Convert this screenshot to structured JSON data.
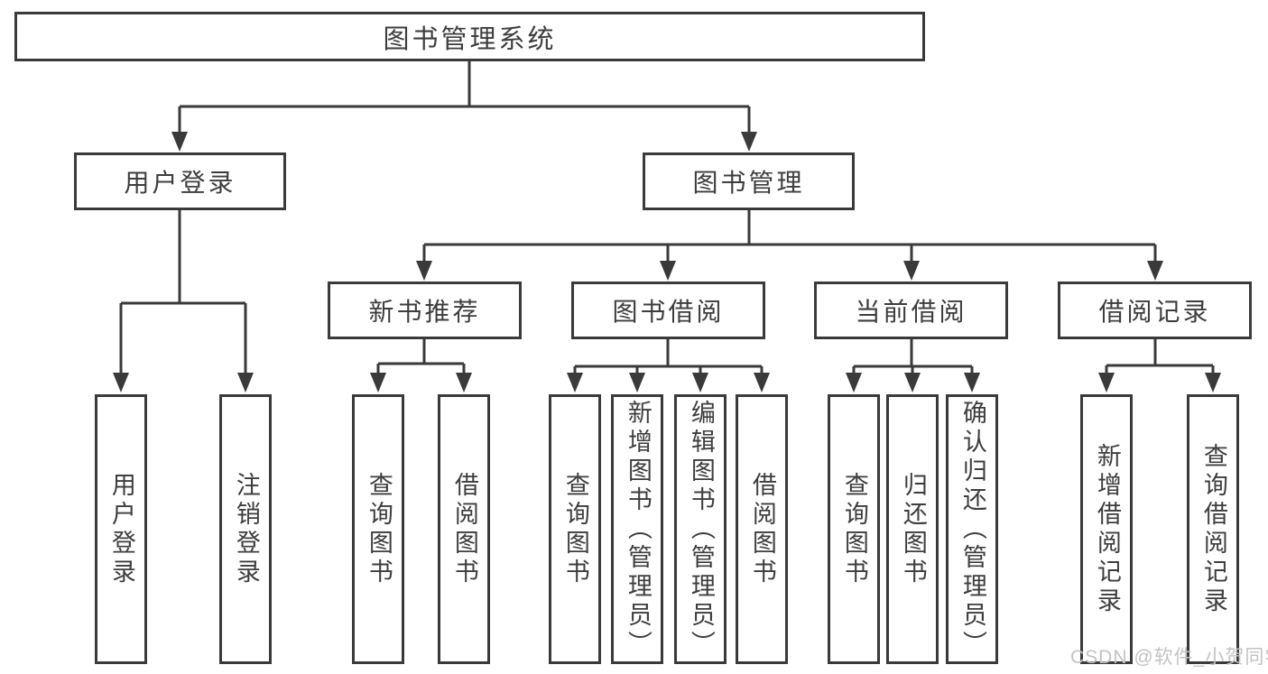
{
  "diagram": {
    "root": {
      "label": "图书管理系统"
    },
    "user_login": {
      "label": "用户登录",
      "children": [
        {
          "label": "用户登录"
        },
        {
          "label": "注销登录"
        }
      ]
    },
    "book_management": {
      "label": "图书管理",
      "sections": [
        {
          "label": "新书推荐",
          "children": [
            {
              "label": "查询图书"
            },
            {
              "label": "借阅图书"
            }
          ]
        },
        {
          "label": "图书借阅",
          "children": [
            {
              "label": "查询图书"
            },
            {
              "label": "新增图书（管理员）"
            },
            {
              "label": "编辑图书（管理员）"
            },
            {
              "label": "借阅图书"
            }
          ]
        },
        {
          "label": "当前借阅",
          "children": [
            {
              "label": "查询图书"
            },
            {
              "label": "归还图书"
            },
            {
              "label": "确认归还（管理员）"
            }
          ]
        },
        {
          "label": "借阅记录",
          "children": [
            {
              "label": "新增借阅记录"
            },
            {
              "label": "查询借阅记录"
            }
          ]
        }
      ]
    },
    "watermark": "CSDN @软件_小贺同学",
    "colors": {
      "line": "#3a3a3a",
      "text": "#3d3d3d",
      "watermark": "#c3c3c3",
      "background": "#ffffff"
    }
  }
}
